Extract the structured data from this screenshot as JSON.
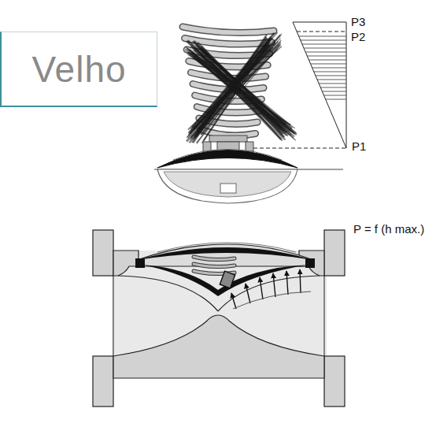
{
  "diagram": {
    "nodes": [
      {
        "text": [
          "Velho"
        ]
      }
    ],
    "labels": [
      "P3",
      "P2",
      "P1",
      "P = f (h max.)"
    ]
  }
}
